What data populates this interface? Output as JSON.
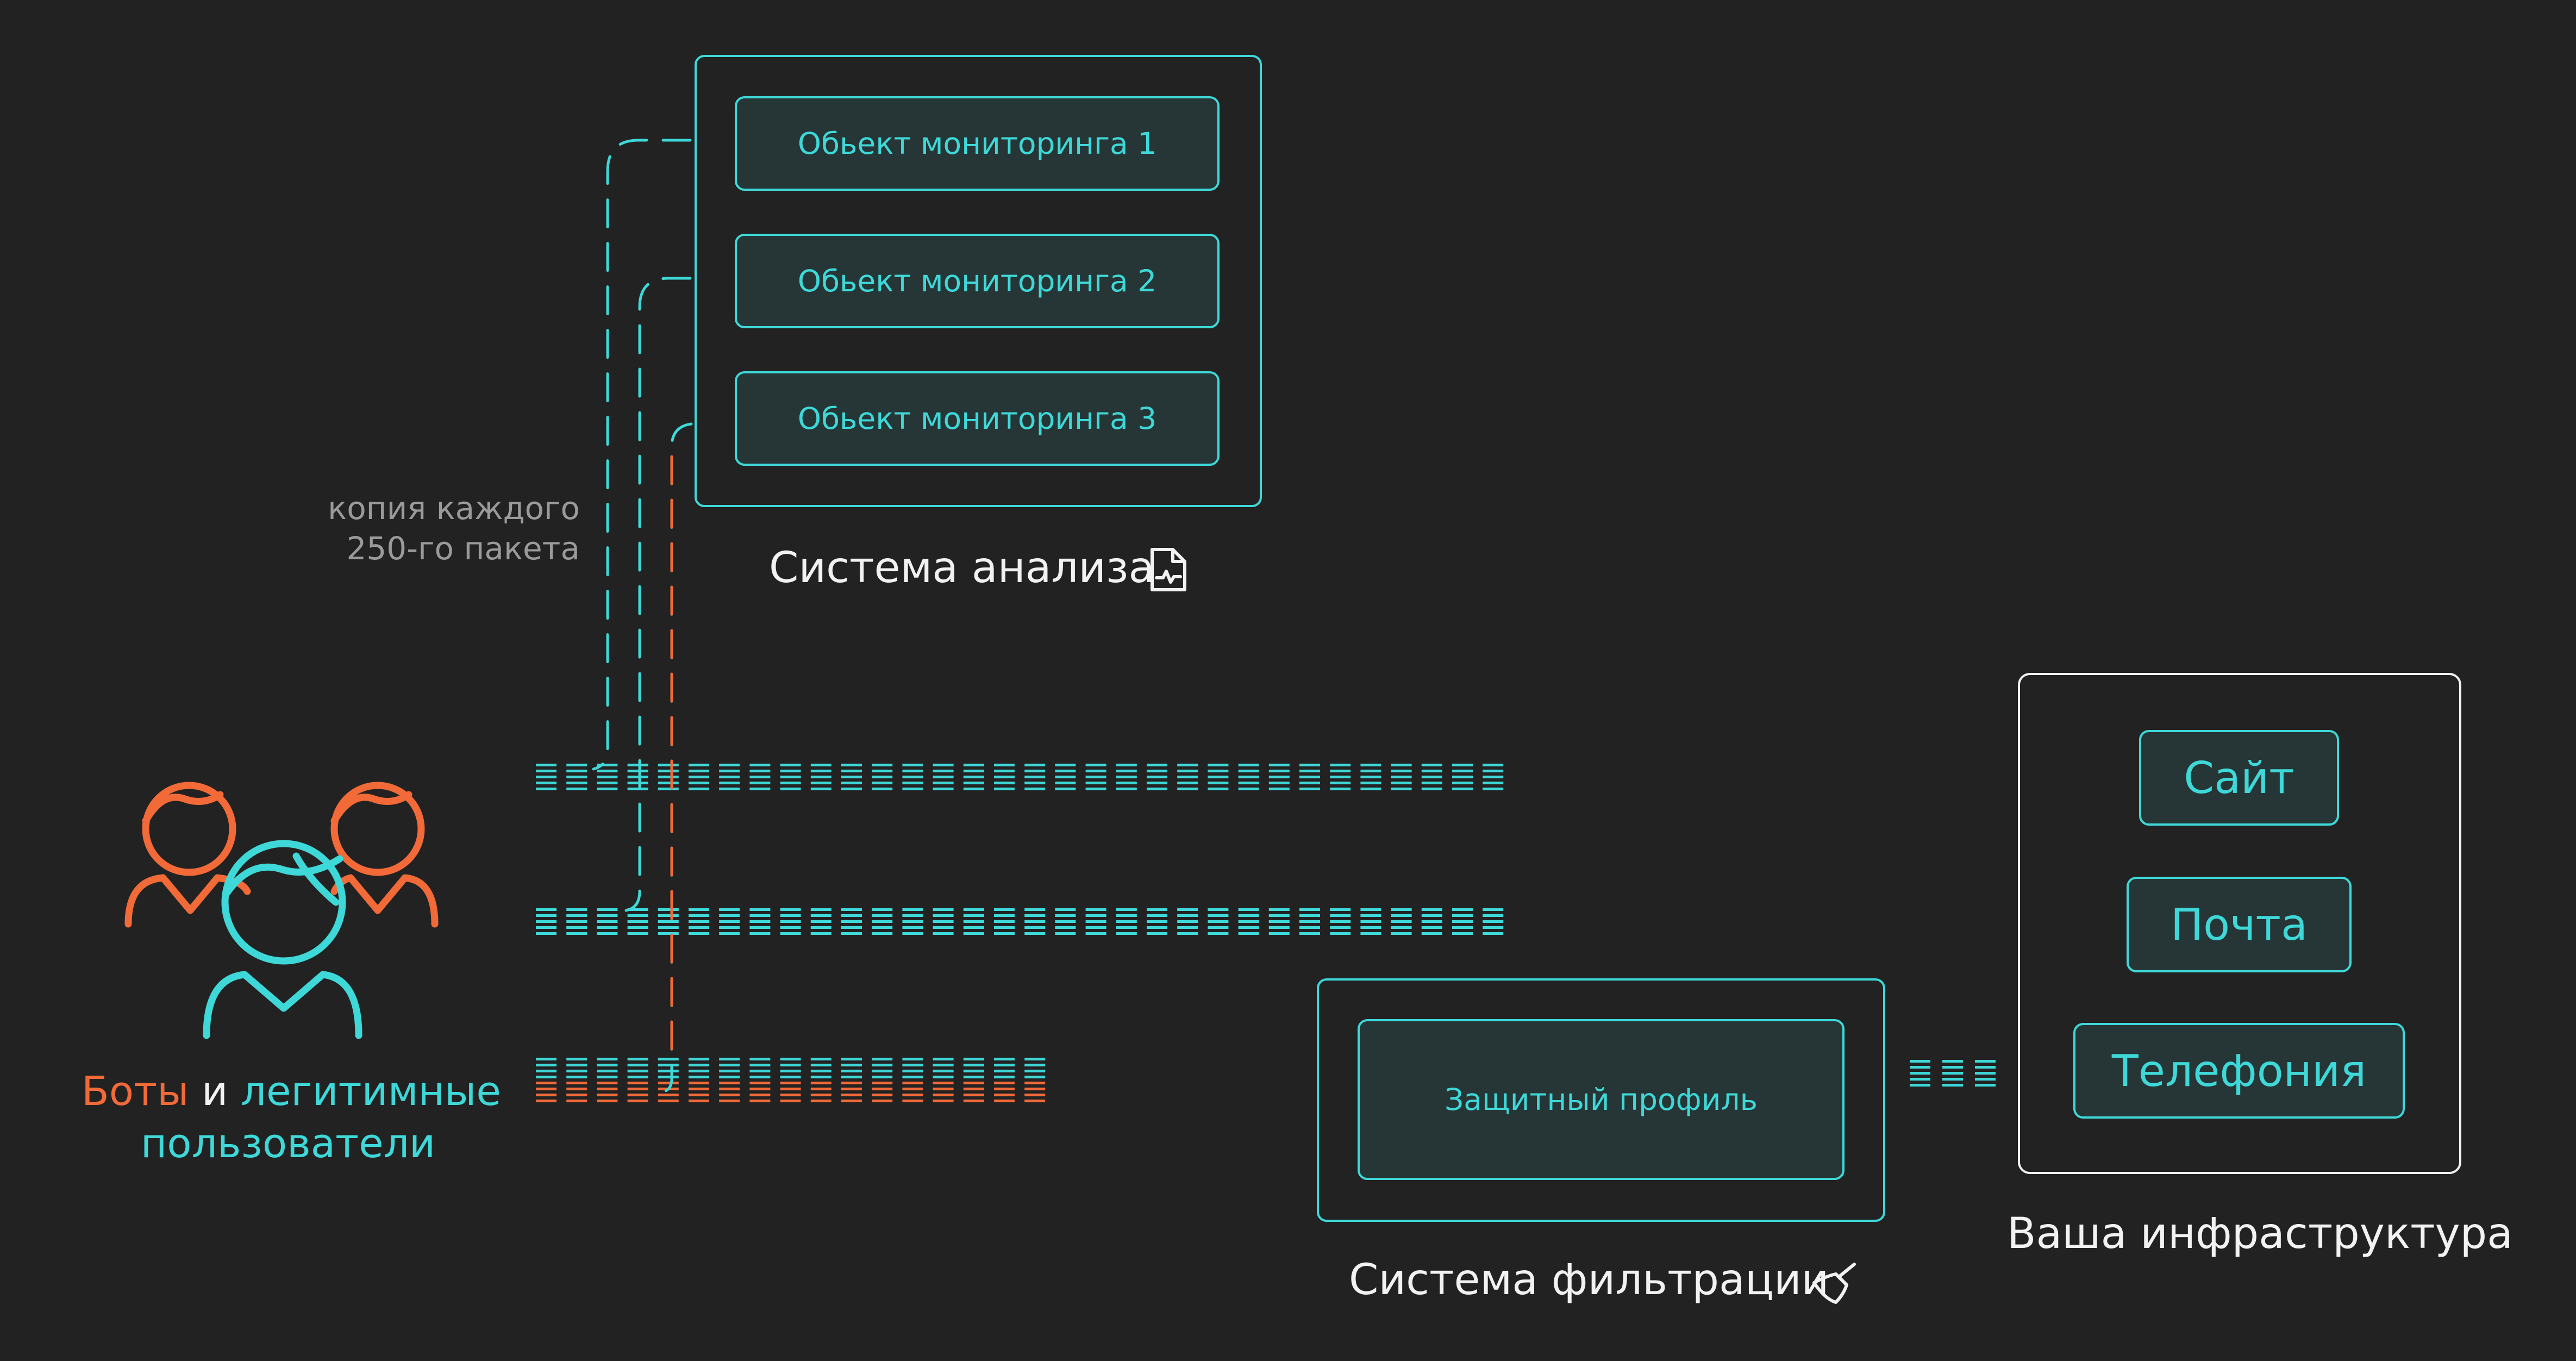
{
  "analysis_system": {
    "title": "Система анализа",
    "icon": "document-chart-icon",
    "objects": [
      "Обьект мониторинга 1",
      "Обьект мониторинга 2",
      "Обьект мониторинга 3"
    ]
  },
  "sampling_note": {
    "line1": "копия каждого",
    "line2": "250-го пакета"
  },
  "users": {
    "bots_word": "Боты",
    "and_word": " и ",
    "legit_word": "легитимные",
    "line2": "пользователи",
    "icon": "users-group-icon"
  },
  "filter_system": {
    "title": "Система фильтрации",
    "icon": "sweep-brush-icon",
    "profile": "Защитный профиль"
  },
  "infrastructure": {
    "title": "Ваша инфраструктура",
    "items": [
      "Сайт",
      "Почта",
      "Телефония"
    ]
  },
  "colors": {
    "background": "#222222",
    "teal": "#3ed8d8",
    "orange": "#f26a38",
    "white": "#f2f2f2",
    "muted": "#9a9a9a",
    "fill": "#263535"
  }
}
